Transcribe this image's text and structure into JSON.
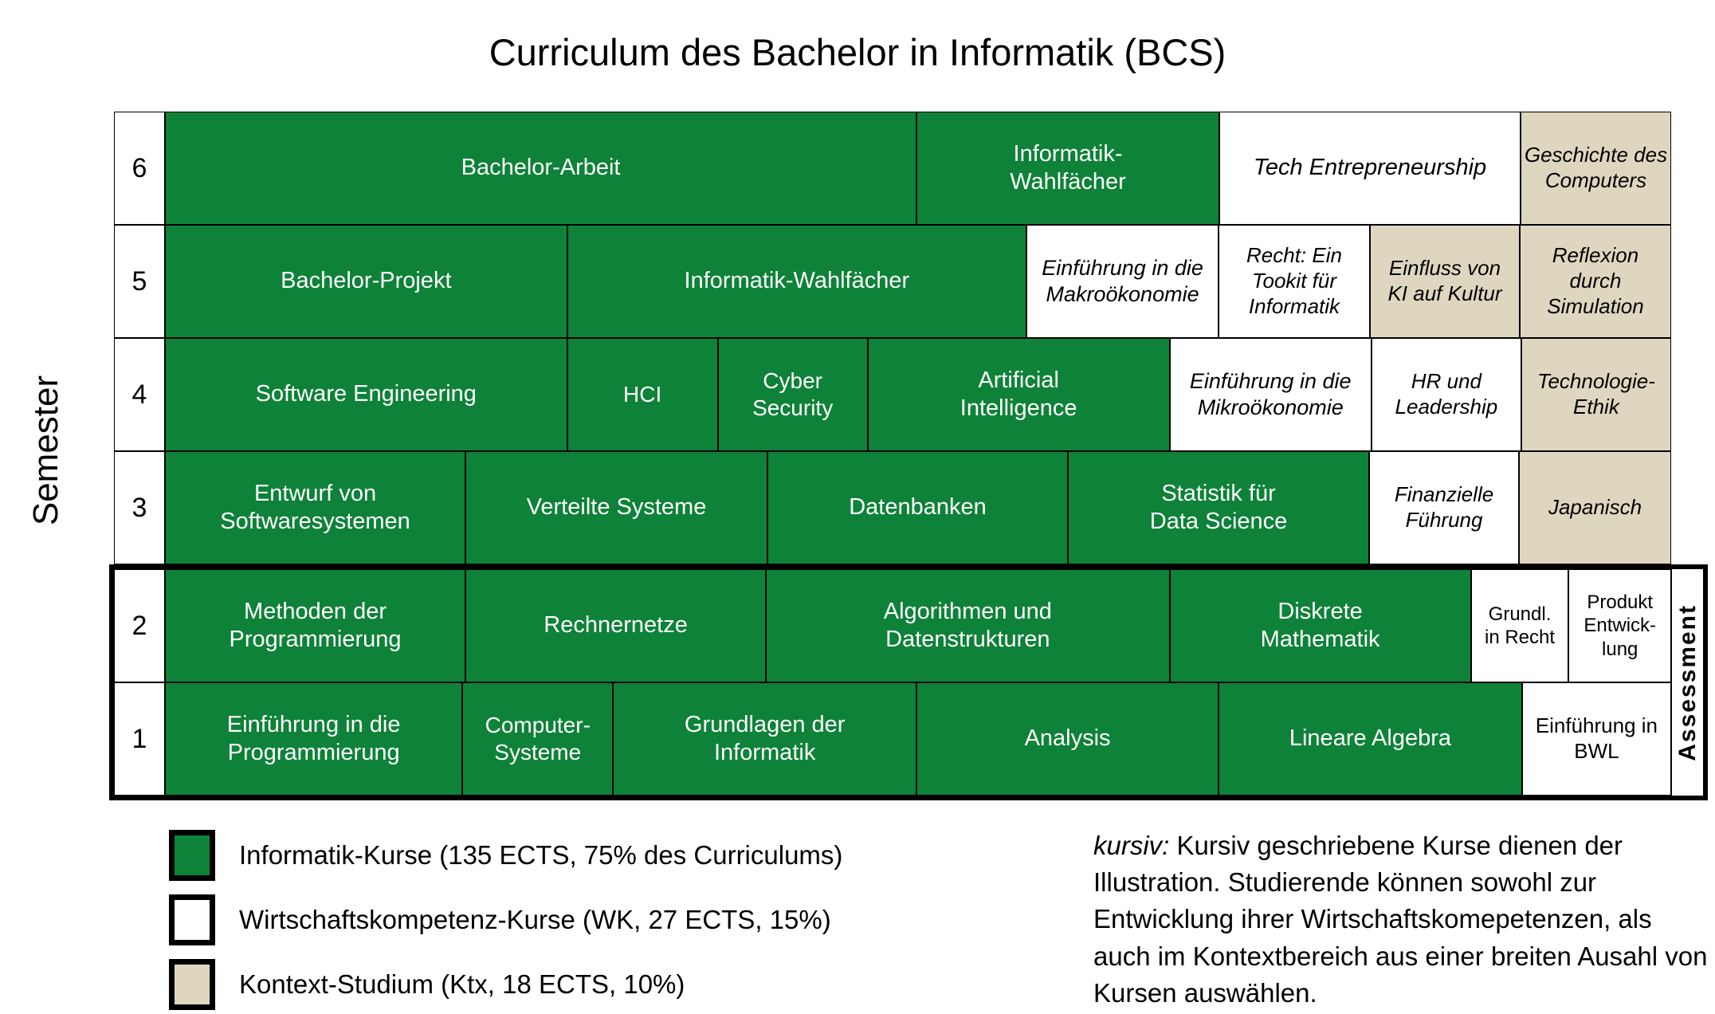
{
  "title": "Curriculum des Bachelor in Informatik (BCS)",
  "colors": {
    "green": "#0E8238",
    "white": "#FFFFFF",
    "tan": "#DFD6C0",
    "border": "#000000"
  },
  "table": {
    "axis_label": "Semester",
    "assessment_label": "Assessment",
    "rows": [
      {
        "semester": "6",
        "assessment": false,
        "cells": [
          {
            "label": "Bachelor-Arbeit",
            "type": "informatik",
            "w": 49.9,
            "italic": false
          },
          {
            "label": "Informatik-\nWahlfächer",
            "type": "informatik",
            "w": 20.1,
            "italic": false
          },
          {
            "label": "Tech Entrepreneurship",
            "type": "wk",
            "w": 20.0,
            "italic": true
          },
          {
            "label": "Geschichte des\nComputers",
            "type": "ktx",
            "w": 10.0,
            "italic": true
          }
        ]
      },
      {
        "semester": "5",
        "assessment": false,
        "cells": [
          {
            "label": "Bachelor-Projekt",
            "type": "informatik",
            "w": 26.7,
            "italic": false
          },
          {
            "label": "Informatik-Wahlfächer",
            "type": "informatik",
            "w": 30.5,
            "italic": false
          },
          {
            "label": "Einführung in die\nMakroökonomie",
            "type": "wk",
            "w": 12.75,
            "italic": true
          },
          {
            "label": "Recht: Ein\nTookit für\nInformatik",
            "type": "wk",
            "w": 10.05,
            "italic": true
          },
          {
            "label": "Einfluss von\nKI auf Kultur",
            "type": "ktx",
            "w": 9.95,
            "italic": true
          },
          {
            "label": "Reflexion\ndurch\nSimulation",
            "type": "ktx",
            "w": 10.05,
            "italic": true
          }
        ]
      },
      {
        "semester": "4",
        "assessment": false,
        "cells": [
          {
            "label": "Software Engineering",
            "type": "informatik",
            "w": 26.7,
            "italic": false
          },
          {
            "label": "HCI",
            "type": "informatik",
            "w": 10.0,
            "italic": false
          },
          {
            "label": "Cyber\nSecurity",
            "type": "informatik",
            "w": 9.95,
            "italic": false
          },
          {
            "label": "Artificial\nIntelligence",
            "type": "informatik",
            "w": 20.05,
            "italic": false
          },
          {
            "label": "Einführung in die\nMikroökonomie",
            "type": "wk",
            "w": 13.4,
            "italic": true
          },
          {
            "label": "HR und\nLeadership",
            "type": "wk",
            "w": 9.95,
            "italic": true
          },
          {
            "label": "Technologie-\nEthik",
            "type": "ktx",
            "w": 9.95,
            "italic": true
          }
        ]
      },
      {
        "semester": "3",
        "assessment": false,
        "cells": [
          {
            "label": "Entwurf von\nSoftwaresystemen",
            "type": "informatik",
            "w": 19.95,
            "italic": false
          },
          {
            "label": "Verteilte Systeme",
            "type": "informatik",
            "w": 20.05,
            "italic": false
          },
          {
            "label": "Datenbanken",
            "type": "informatik",
            "w": 19.95,
            "italic": false
          },
          {
            "label": "Statistik für\nData Science",
            "type": "informatik",
            "w": 20.0,
            "italic": false
          },
          {
            "label": "Finanzielle\nFührung",
            "type": "wk",
            "w": 9.95,
            "italic": true
          },
          {
            "label": "Japanisch",
            "type": "ktx",
            "w": 10.1,
            "italic": true
          }
        ]
      },
      {
        "semester": "2",
        "assessment": true,
        "cells": [
          {
            "label": "Methoden der\nProgrammierung",
            "type": "informatik",
            "w": 19.95,
            "italic": false
          },
          {
            "label": "Rechnernetze",
            "type": "informatik",
            "w": 19.95,
            "italic": false
          },
          {
            "label": "Algorithmen und\nDatenstrukturen",
            "type": "informatik",
            "w": 26.8,
            "italic": false
          },
          {
            "label": "Diskrete\nMathematik",
            "type": "informatik",
            "w": 20.0,
            "italic": false
          },
          {
            "label": "Grundl.\nin Recht",
            "type": "wk",
            "w": 6.5,
            "italic": false
          },
          {
            "label": "Produkt\nEntwick-\nlung",
            "type": "wk",
            "w": 6.8,
            "italic": false
          }
        ]
      },
      {
        "semester": "1",
        "assessment": true,
        "cells": [
          {
            "label": "Einführung in die\nProgrammierung",
            "type": "informatik",
            "w": 19.75,
            "italic": false
          },
          {
            "label": "Computer-\nSysteme",
            "type": "informatik",
            "w": 10.0,
            "italic": false
          },
          {
            "label": "Grundlagen der\nInformatik",
            "type": "informatik",
            "w": 20.15,
            "italic": false
          },
          {
            "label": "Analysis",
            "type": "informatik",
            "w": 20.05,
            "italic": false
          },
          {
            "label": "Lineare Algebra",
            "type": "informatik",
            "w": 20.15,
            "italic": false
          },
          {
            "label": "Einführung in\nBWL",
            "type": "wk",
            "w": 9.9,
            "italic": false
          }
        ]
      }
    ]
  },
  "legend": {
    "items": [
      {
        "type": "informatik",
        "label": "Informatik-Kurse (135 ECTS, 75% des Curriculums)"
      },
      {
        "type": "wk",
        "label": "Wirtschaftskompetenz-Kurse (WK, 27 ECTS, 15%)"
      },
      {
        "type": "ktx",
        "label": "Kontext-Studium (Ktx, 18 ECTS, 10%)"
      }
    ]
  },
  "note": {
    "prefix": "kursiv:",
    "body": " Kursiv geschriebene Kurse dienen der Illustration. Studierende können sowohl zur Entwicklung ihrer Wirtschaftskomepetenzen, als auch im Kontextbereich aus einer breiten Ausahl von Kursen auswählen."
  }
}
